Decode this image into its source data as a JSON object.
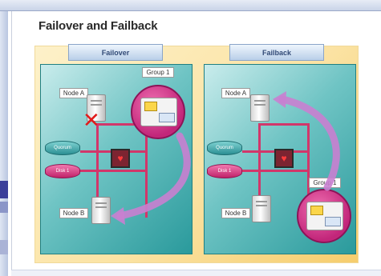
{
  "diagram": {
    "title": "Failover and Failback",
    "failover": {
      "label": "Failover",
      "group_label": "Group 1",
      "node_a_label": "Node A",
      "node_b_label": "Node B",
      "disk_1_label": "Quorum",
      "disk_2_label": "Disk 1",
      "heartbeat_icon": "heart-icon",
      "failure_icon": "x-mark-icon"
    },
    "failback": {
      "label": "Failback",
      "group_label": "Group 1",
      "node_a_label": "Node A",
      "node_b_label": "Node B",
      "disk_1_label": "Quorum",
      "disk_2_label": "Disk 1",
      "heartbeat_icon": "heart-icon"
    }
  },
  "colors": {
    "outer_frame": "#fbe3a4",
    "panel_teal": "#2a9a9c",
    "network_line": "#d2366a",
    "group_circle": "#c2267a",
    "arrow": "#c97fd0",
    "failure_mark": "#e11a1a"
  }
}
